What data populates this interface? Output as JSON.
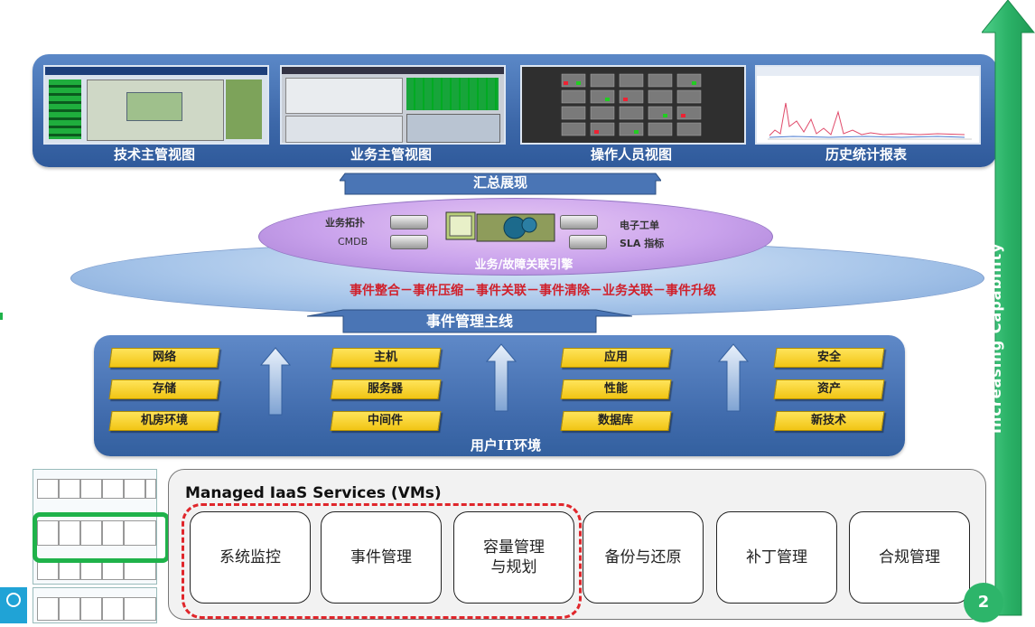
{
  "top_views": [
    {
      "label": "技术主管视图"
    },
    {
      "label": "业务主管视图"
    },
    {
      "label": "操作人员视图"
    },
    {
      "label": "历史统计报表"
    }
  ],
  "summary_arrow": "汇总展现",
  "engine": {
    "left_labels": [
      "业务拓扑",
      "CMDB"
    ],
    "right_labels": [
      "电子工单",
      "SLA 指标"
    ],
    "title": "业务/故障关联引擎"
  },
  "event_chain": "事件整合－事件压缩－事件关联－事件清除－业务关联－事件升级",
  "event_mainline": "事件管理主线",
  "environment": {
    "title": "用户IT环境",
    "columns": [
      [
        "网络",
        "存储",
        "机房环境"
      ],
      [
        "主机",
        "服务器",
        "中间件"
      ],
      [
        "应用",
        "性能",
        "数据库"
      ],
      [
        "安全",
        "资产",
        "新技术"
      ]
    ]
  },
  "managed": {
    "title": "Managed IaaS Services (VMs)",
    "services": [
      "系统监控",
      "事件管理",
      "容量管理\n与规划",
      "备份与还原",
      "补丁管理",
      "合规管理"
    ]
  },
  "capability_label": "Increasing Capability",
  "page_number": "2",
  "colors": {
    "panel_blue": "#3d68a9",
    "tile_yellow": "#f1c514",
    "chain_red": "#d0202b",
    "dash_red": "#e0262b",
    "capability_green": "#2db56a",
    "thumb_highlight": "#1fb24a"
  }
}
